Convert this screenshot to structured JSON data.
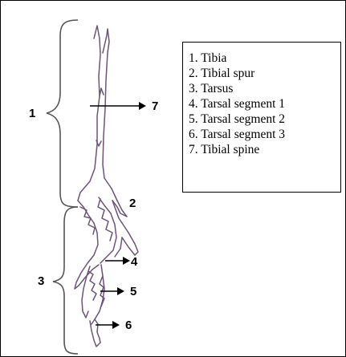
{
  "legend": {
    "items": [
      "1. Tibia",
      "2. Tibial spur",
      "3. Tarsus",
      "4. Tarsal segment 1",
      "5. Tarsal segment 2",
      "6. Tarsal segment 3",
      "7. Tibial spine"
    ]
  },
  "labels": {
    "tibia": "1",
    "tibial_spur": "2",
    "tarsus": "3",
    "tarsal_segment_1": "4",
    "tarsal_segment_2": "5",
    "tarsal_segment_3": "6",
    "tibial_spine": "7"
  },
  "colors": {
    "leg_outline": "#6b5478",
    "ink": "#000000"
  }
}
